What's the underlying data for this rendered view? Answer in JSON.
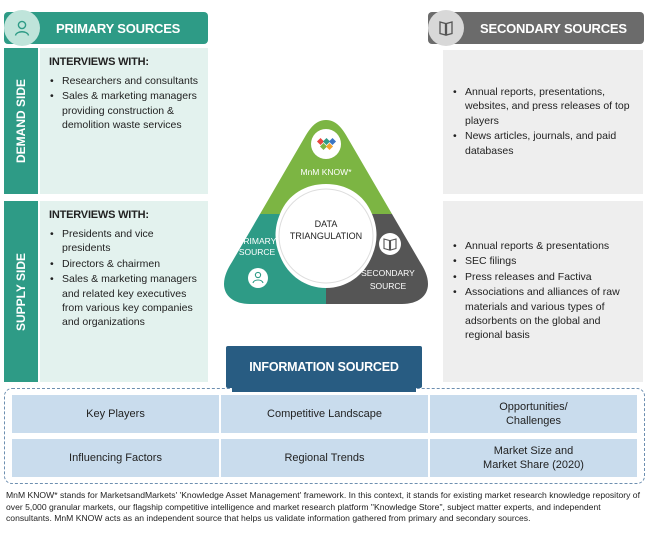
{
  "primary_sources": {
    "title": "PRIMARY SOURCES",
    "icon": "person-icon",
    "demand_side": {
      "label": "DEMAND SIDE",
      "heading": "INTERVIEWS WITH:",
      "items": [
        "Researchers and consultants",
        "Sales & marketing managers providing construction & demolition waste services"
      ]
    },
    "supply_side": {
      "label": "SUPPLY SIDE",
      "heading": "INTERVIEWS WITH:",
      "items": [
        "Presidents and vice presidents",
        "Directors & chairmen",
        "Sales & marketing managers and related key executives from various key companies and organizations"
      ]
    }
  },
  "secondary_sources": {
    "title": "SECONDARY SOURCES",
    "icon": "book-icon",
    "top_items": [
      "Annual reports, presentations, websites, and press releases of top players",
      "News articles, journals, and paid databases"
    ],
    "bottom_items": [
      "Annual reports & presentations",
      "SEC filings",
      "Press releases and Factiva",
      "Associations and alliances of raw materials and various types of adsorbents on the global and regional basis"
    ]
  },
  "triangulation": {
    "center_line1": "DATA",
    "center_line2": "TRIANGULATION",
    "top_label": "MnM KNOW*",
    "left_line1": "PRIMARY",
    "left_line2": "SOURCE",
    "right_line1": "SECONDARY",
    "right_line2": "SOURCE",
    "colors": {
      "top": "#7cb543",
      "left": "#2e9b86",
      "right": "#555555"
    }
  },
  "information_sourced": {
    "title": "INFORMATION SOURCED",
    "cells": [
      {
        "line1": "Key Players",
        "line2": ""
      },
      {
        "line1": "Competitive Landscape",
        "line2": ""
      },
      {
        "line1": "Opportunities/",
        "line2": "Challenges"
      },
      {
        "line1": "Influencing Factors",
        "line2": ""
      },
      {
        "line1": "Regional Trends",
        "line2": ""
      },
      {
        "line1": "Market Size and",
        "line2": "Market Share (2020)"
      }
    ]
  },
  "footnote": "MnM KNOW* stands for MarketsandMarkets' 'Knowledge Asset Management' framework. In this context, it stands for existing market research knowledge repository of over 5,000 granular markets, our flagship competitive intelligence and market research platform \"Knowledge Store\", subject matter experts, and independent consultants. MnM KNOW acts as an independent source that helps us validate information gathered from primary and secondary sources."
}
